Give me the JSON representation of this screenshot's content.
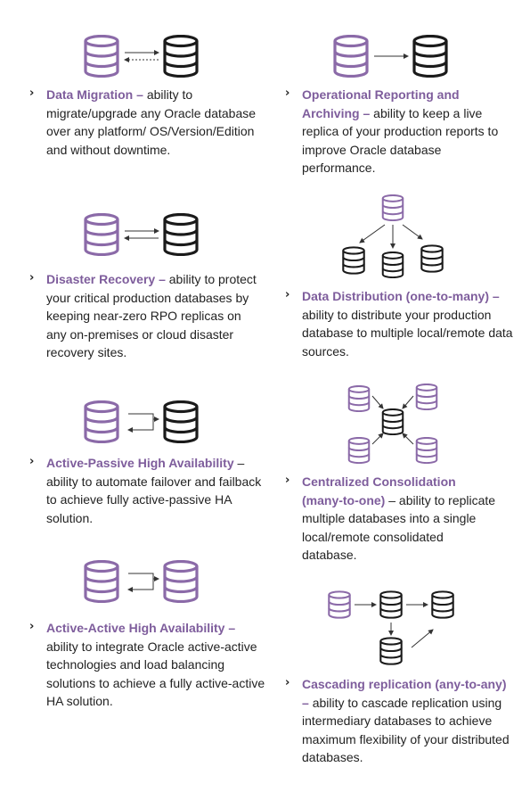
{
  "colors": {
    "accent": "#7e5d9c",
    "body_text": "#222222",
    "db_purple": "#8b6aa8",
    "db_black": "#1a1a1a"
  },
  "items": [
    {
      "title": "Data Migration",
      "dash": " – ",
      "body": "ability to migrate/upgrade any Oracle database over any platform/ OS/Version/Edition and without downtime."
    },
    {
      "title": "Disaster Recovery",
      "dash": " – ",
      "body": "ability to protect your critical production databases by keeping near-zero RPO replicas on any on-premises or cloud disaster recovery sites."
    },
    {
      "title": "Active-Passive High Availability",
      "dash": " – ",
      "body": "ability to automate failover and failback to achieve fully active-passive HA solution."
    },
    {
      "title": "Active-Active High Availability",
      "dash": " – ",
      "body": "ability to integrate Oracle active-active technologies and load balancing solutions to achieve a fully active-active HA solution."
    },
    {
      "title": "Operational Reporting and Archiving",
      "dash": " – ",
      "body": "ability to keep a live replica of your production reports to improve Oracle database performance."
    },
    {
      "title": "Data Distribution (one-to-many)",
      "dash": " – ",
      "body": "ability to distribute your production database to multiple local/remote data sources."
    },
    {
      "title": "Centralized Consolidation (many-to-one)",
      "dash": " – ",
      "body": "ability to replicate multiple databases into a single local/remote consolidated database."
    },
    {
      "title": "Cascading replication (any-to-any)",
      "dash": " – ",
      "body": "ability to cascade replication using intermediary databases to achieve maximum flexibility of your distributed databases."
    }
  ],
  "bullet_icon": "chevron-right-icon"
}
